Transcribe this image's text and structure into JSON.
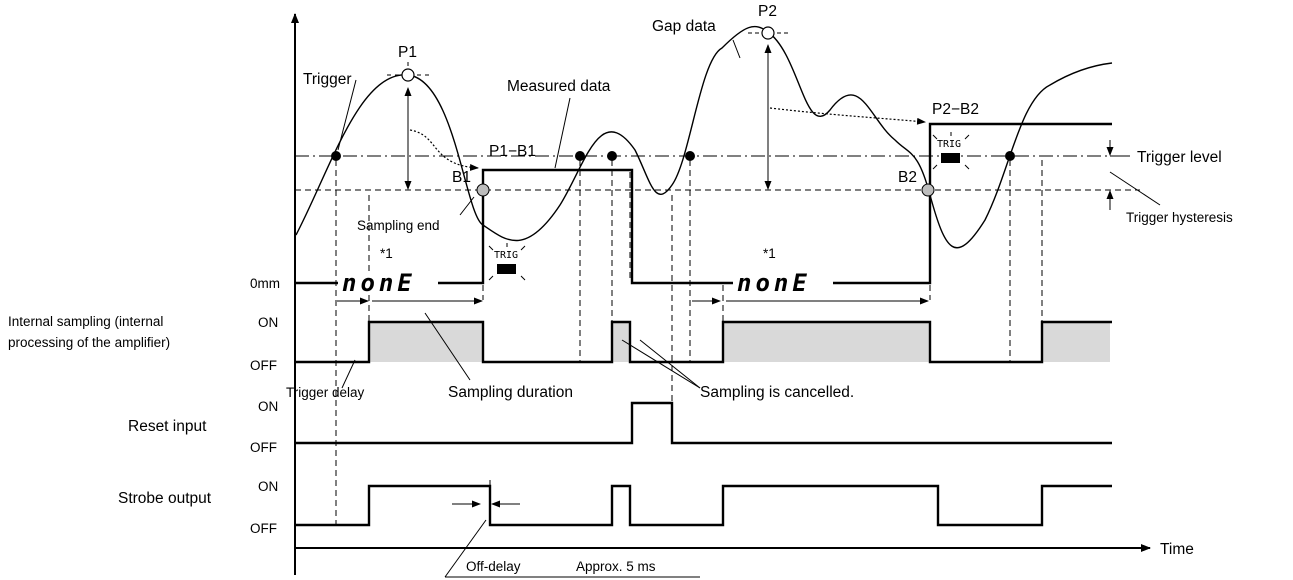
{
  "labels": {
    "trigger": "Trigger",
    "p1": "P1",
    "p2": "P2",
    "gap_data": "Gap data",
    "measured_data": "Measured data",
    "p1_b1": "P1−B1",
    "p2_b2": "P2−B2",
    "b1": "B1",
    "b2": "B2",
    "sampling_end": "Sampling end",
    "trigger_level": "Trigger level",
    "trigger_hysteresis": "Trigger hysteresis",
    "note1_a": "*1",
    "note1_b": "*1",
    "zero_mm": "0mm",
    "none_a": "nonE",
    "none_b": "nonE",
    "trig_a": "TRIG",
    "trig_b": "TRIG",
    "internal_sampling_1": "Internal sampling (internal",
    "internal_sampling_2": "processing of the amplifier)",
    "trigger_delay": "Trigger delay",
    "sampling_duration": "Sampling duration",
    "sampling_cancelled": "Sampling is cancelled.",
    "reset_input": "Reset input",
    "strobe_output": "Strobe output",
    "on": "ON",
    "off": "OFF",
    "off_delay": "Off-delay",
    "approx": "Approx. 5 ms",
    "time": "Time"
  }
}
